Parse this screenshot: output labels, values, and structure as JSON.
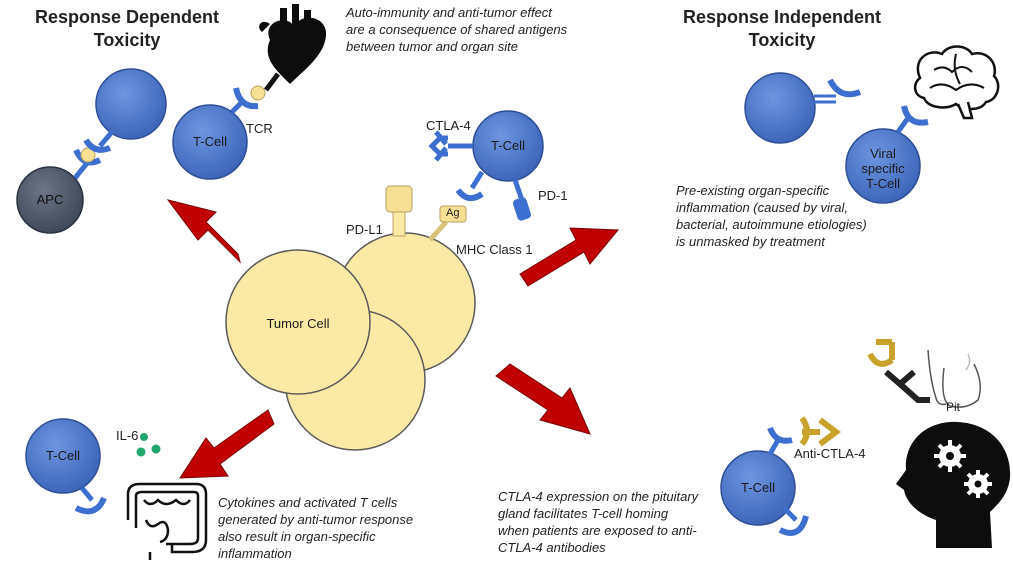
{
  "titles": {
    "dependent_line1": "Response Dependent",
    "dependent_line2": "Toxicity",
    "independent_line1": "Response Independent",
    "independent_line2": "Toxicity"
  },
  "notes": {
    "shared_antigens": [
      "Auto-immunity and anti-tumor effect",
      "are a consequence of shared antigens",
      "between tumor and organ site"
    ],
    "preexisting": [
      "Pre-existing organ-specific",
      "inflammation (caused by viral,",
      "bacterial, autoimmune etiologies)",
      "is unmasked by treatment"
    ],
    "cytokines": [
      "Cytokines and activated T cells",
      "generated by anti-tumor response",
      "also result in organ-specific",
      "inflammation"
    ],
    "ctla4_pituitary": [
      "CTLA-4 expression on the pituitary",
      "gland facilitates T-cell homing",
      "when patients are exposed to anti-",
      "CTLA-4 antibodies"
    ]
  },
  "labels": {
    "apc": "APC",
    "tcell_tcr": "T-Cell",
    "tcr": "TCR",
    "tcell_center": "T-Cell",
    "ctla4": "CTLA-4",
    "pd1": "PD-1",
    "pdl1": "PD-L1",
    "ag": "Ag",
    "mhc": "MHC Class 1",
    "tumor_cell": "Tumor Cell",
    "viral_tcell": [
      "Viral",
      "specific",
      "T-Cell"
    ],
    "tcell_il6": "T-Cell",
    "il6": "IL-6",
    "tcell_bottom_right": "T-Cell",
    "anti_ctla4": "Anti-CTLA-4",
    "pit": "Pit"
  },
  "colors": {
    "cell_blue": "#4a76c9",
    "receptor_blue": "#3c6fd0",
    "apc_gray": "#4a5568",
    "tumor_yellow": "#fbeaa6",
    "arrow_red": "#c00000",
    "antibody_gold": "#c8a22a",
    "cytokine_green": "#1fa66a"
  },
  "icons": [
    "heart-icon",
    "brain-icon",
    "intestine-icon",
    "head-gears-icon",
    "pituitary-icon"
  ]
}
